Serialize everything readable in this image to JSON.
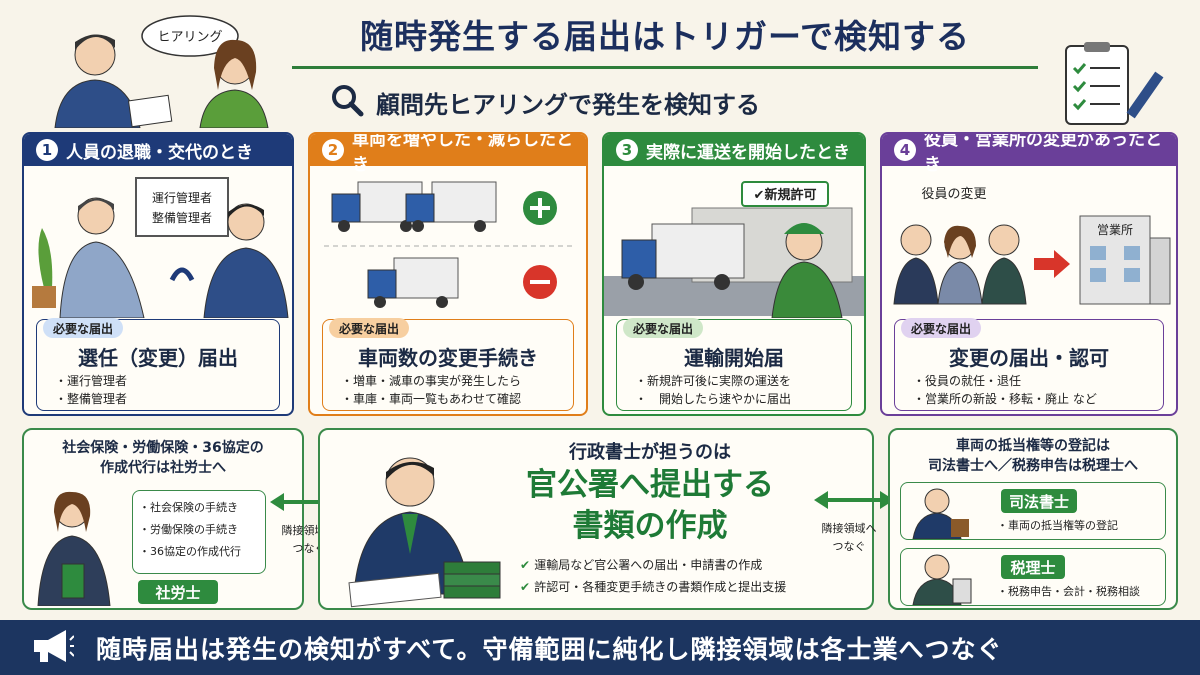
{
  "title": "随時発生する届出はトリガーで検知する",
  "subtitle": "顧問先ヒアリングで発生を検知する",
  "hearing_bubble": "ヒアリング",
  "cards": [
    {
      "num": "1",
      "title": "人員の退職・交代のとき",
      "color": "#1e3a78",
      "tagcolor": "#cfe0f7",
      "board": [
        "運行管理者",
        "整備管理者"
      ],
      "req_tag": "必要な届出",
      "req_title": "選任（変更）届出",
      "items": [
        "運行管理者",
        "整備管理者"
      ]
    },
    {
      "num": "2",
      "title": "車両を増やした・減らしたとき",
      "color": "#e07e1a",
      "tagcolor": "#f7cfa0",
      "req_tag": "必要な届出",
      "req_title": "車両数の変更手続き",
      "items": [
        "増車・減車の事実が発生したら",
        "車庫・車両一覧もあわせて確認"
      ]
    },
    {
      "num": "3",
      "title": "実際に運送を開始したとき",
      "color": "#2e8b3e",
      "tagcolor": "#cfe7c8",
      "sign": "✔新規許可",
      "req_tag": "必要な届出",
      "req_title": "運輸開始届",
      "items": [
        "新規許可後に実際の運送を",
        "開始したら速やかに届出"
      ]
    },
    {
      "num": "4",
      "title": "役員・営業所の変更があったとき",
      "color": "#6a3f99",
      "tagcolor": "#e0d2f0",
      "officer_label": "役員の変更",
      "office_label": "営業所",
      "req_tag": "必要な届出",
      "req_title": "変更の届出・認可",
      "items": [
        "役員の就任・退任",
        "営業所の新設・移転・廃止 など"
      ]
    }
  ],
  "left_panel": {
    "title_line1": "社会保険・労働保険・36協定の",
    "title_line2": "作成代行は社労士へ",
    "items": [
      "社会保険の手続き",
      "労働保険の手続き",
      "36協定の作成代行"
    ],
    "badge": "社労士",
    "arrow_label1": "隣接領域へ",
    "arrow_label2": "つなぐ"
  },
  "center_panel": {
    "line1": "行政書士が担うのは",
    "line2": "官公署へ提出する",
    "line3": "書類の作成",
    "checks": [
      "運輸局など官公署への届出・申請書の作成",
      "許認可・各種変更手続きの書類作成と提出支援"
    ]
  },
  "right_panel": {
    "title_line1": "車両の抵当権等の登記は",
    "title_line2": "司法書士へ／税務申告は税理士へ",
    "arrow_label1": "隣接領域へ",
    "arrow_label2": "つなぐ",
    "box1_title": "司法書士",
    "box1_item": "車両の抵当権等の登記",
    "box2_title": "税理士",
    "box2_item": "税務申告・会計・税務相談"
  },
  "footer": "随時届出は発生の検知がすべて。守備範囲に純化し隣接領域は各士業へつなぐ",
  "colors": {
    "navy": "#1c3560",
    "green": "#2e8b3e",
    "orange": "#e07e1a",
    "purple": "#6a3f99",
    "blue": "#1e3a78",
    "bg": "#f8f4ea"
  }
}
